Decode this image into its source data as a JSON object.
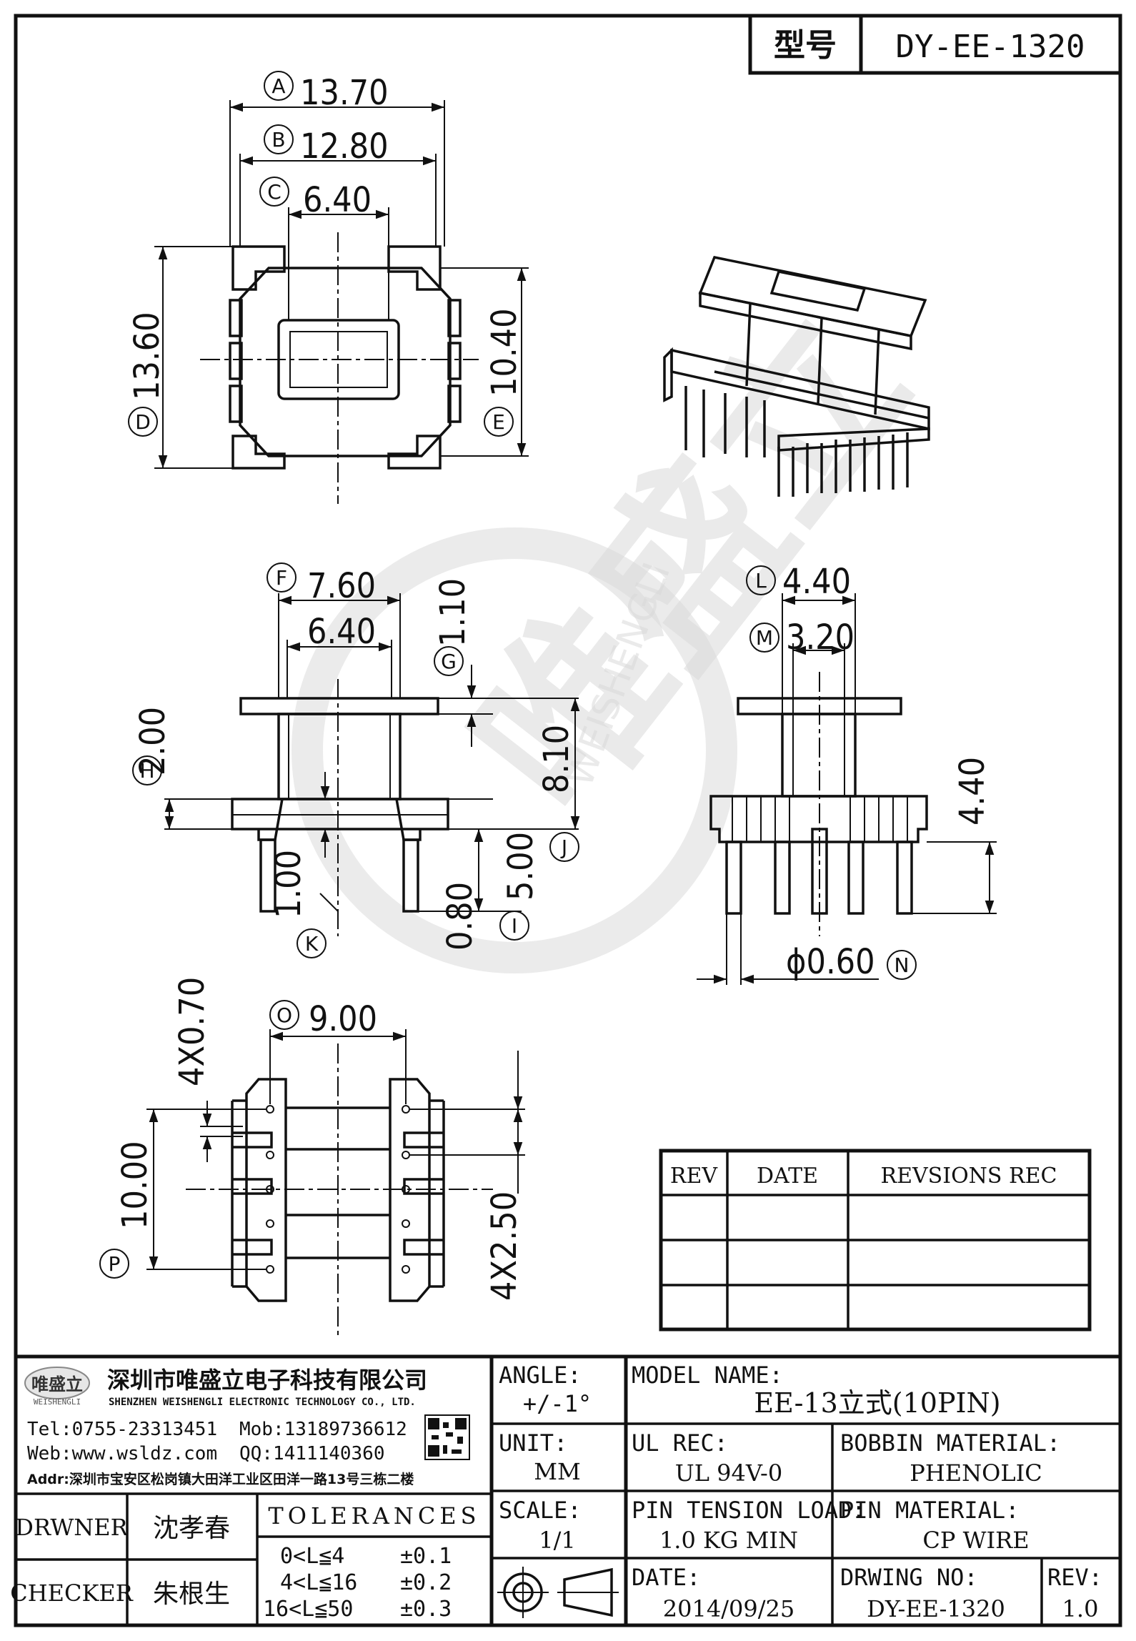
{
  "header": {
    "model_label": "型号",
    "model_value": "DY-EE-1320"
  },
  "dimensions": {
    "A": "13.70",
    "B": "12.80",
    "C": "6.40",
    "D": "13.60",
    "E": "10.40",
    "F": "7.60",
    "F2": "6.40",
    "G": "1.10",
    "H": "2.00",
    "J_total": "8.10",
    "K": "1.00",
    "I_a": "0.80",
    "I": "5.00",
    "L": "4.40",
    "M": "3.20",
    "side_h": "4.40",
    "N": "ϕ0.60",
    "O": "9.00",
    "P": "10.00",
    "pin_pitch": "4X2.50",
    "slot": "4X0.70"
  },
  "labels": {
    "A": "A",
    "B": "B",
    "C": "C",
    "D": "D",
    "E": "E",
    "F": "F",
    "G": "G",
    "H": "H",
    "I": "I",
    "J": "J",
    "K": "K",
    "L": "L",
    "M": "M",
    "N": "N",
    "O": "O",
    "P": "P"
  },
  "watermark": {
    "cn": "唯盛立",
    "en": "WEISHENGLI"
  },
  "revisions": {
    "col_rev": "REV",
    "col_date": "DATE",
    "col_rec": "REVSIONS REC"
  },
  "company": {
    "logo_cn": "唯盛立",
    "logo_en": "WEISHENGLI",
    "name_cn": "深圳市唯盛立电子科技有限公司",
    "name_en": "SHENZHEN WEISHENGLI ELECTRONIC TECHNOLOGY CO., LTD.",
    "tel": "Tel:0755-23313451",
    "mob": "Mob:13189736612",
    "web": "Web:www.wsldz.com",
    "qq": "QQ:1411140360",
    "addr": "Addr:深圳市宝安区松岗镇大田洋工业区田洋一路13号三栋二楼"
  },
  "title_block": {
    "angle_label": "ANGLE:",
    "angle_value": "+/-1°",
    "model_name_label": "MODEL NAME:",
    "model_name_value": "EE-13立式(10PIN)",
    "unit_label": "UNIT:",
    "unit_value": "MM",
    "ul_label": "UL REC:",
    "ul_value": "UL 94V-0",
    "bobbin_label": "BOBBIN MATERIAL:",
    "bobbin_value": "PHENOLIC",
    "scale_label": "SCALE:",
    "scale_value": "1/1",
    "pin_tension_label": "PIN TENSION LOAD:",
    "pin_tension_value": "1.0 KG MIN",
    "pin_material_label": "PIN MATERIAL:",
    "pin_material_value": "CP WIRE",
    "date_label": "DATE:",
    "date_value": "2014/09/25",
    "drwing_label": "DRWING NO:",
    "drwing_value": "DY-EE-1320",
    "rev_label": "REV:",
    "rev_value": "1.0",
    "drawer_label": "DRWNER",
    "drawer_name": "沈孝春",
    "checker_label": "CHECKER",
    "checker_name": "朱根生",
    "tolerances_label": "TOLERANCES",
    "tol_rows": [
      {
        "range": "0<L≦4",
        "tol": "±0.1"
      },
      {
        "range": "4<L≦16",
        "tol": "±0.2"
      },
      {
        "range": "16<L≦50",
        "tol": "±0.3"
      }
    ]
  }
}
